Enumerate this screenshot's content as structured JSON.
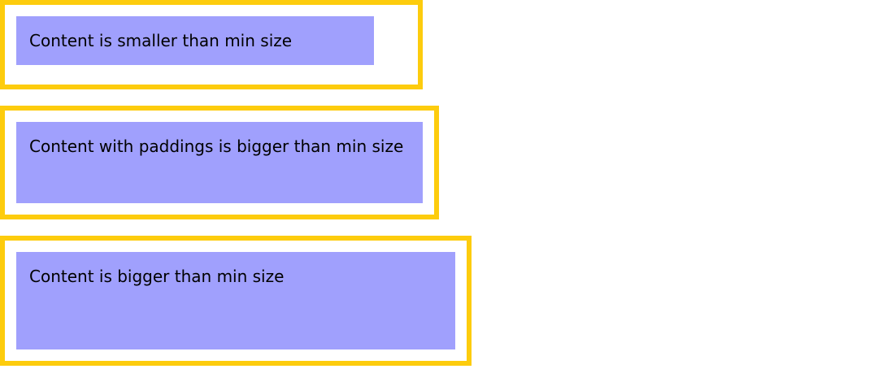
{
  "colors": {
    "border": "#fdcc0d",
    "content_bg": "#a0a0fd",
    "page_bg": "#ffffff",
    "text": "#000000"
  },
  "boxes": [
    {
      "text": "Content is smaller than min size"
    },
    {
      "text": "Content with paddings is bigger than min size"
    },
    {
      "text": "Content is bigger than min size"
    }
  ]
}
